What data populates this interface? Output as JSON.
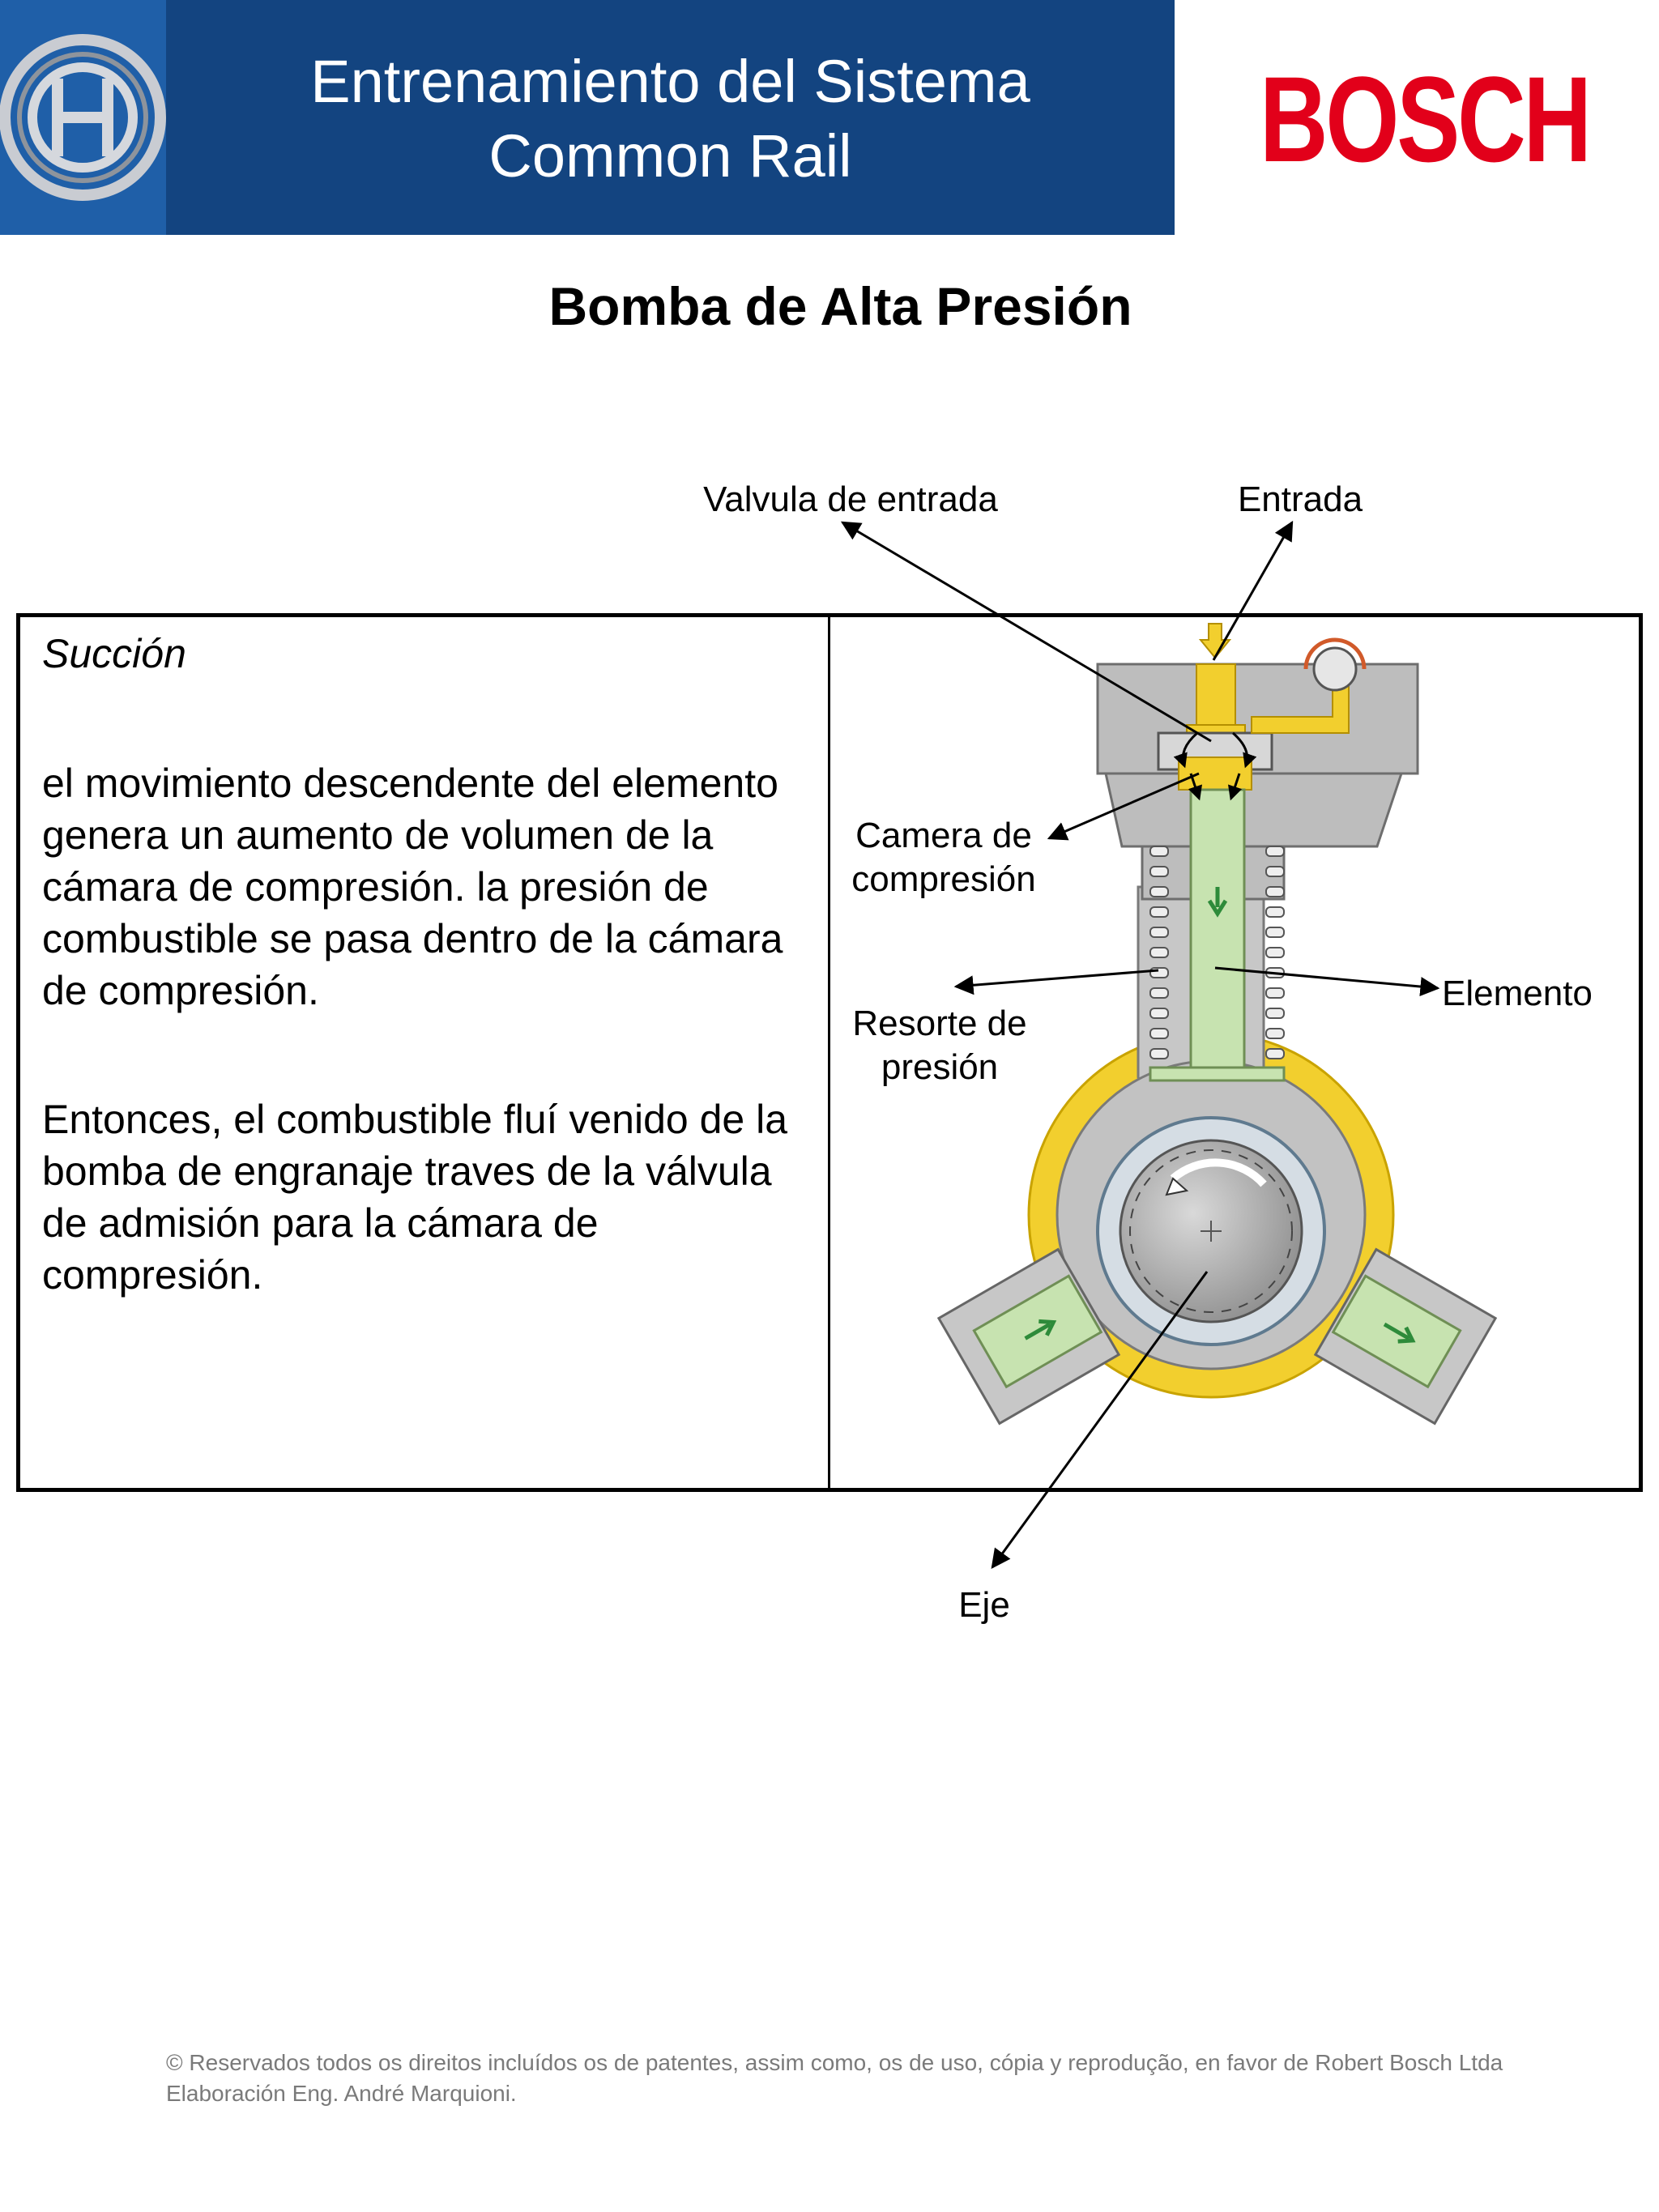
{
  "header": {
    "title_line1": "Entrenamiento del Sistema",
    "title_line2": "Common Rail",
    "brand": "BOSCH",
    "bar_color": "#134480",
    "brand_color": "#e2001a"
  },
  "page_title": "Bomba de Alta Presión",
  "section": {
    "heading": "Succión",
    "paragraph1": "el movimiento descendente del elemento genera un aumento de volumen de la cámara de compresión. la presión de combustible se pasa dentro de la cámara de compresión.",
    "paragraph2": "Entonces, el combustible fluí venido de la bomba de engranaje traves de la válvula de admisión para la cámara de compresión."
  },
  "diagram_labels": {
    "inlet_valve": "Valvula de entrada",
    "inlet": "Entrada",
    "chamber_line1": "Camera de",
    "chamber_line2": "compresión",
    "spring_line1": "Resorte de",
    "spring_line2": "presión",
    "element": "Elemento",
    "shaft": "Eje"
  },
  "footer": "© Reservados todos os direitos incluídos os de patentes, assim como, os de uso, cópia y reprodução, en favor de Robert Bosch Ltda Elaboración Eng. André Marquioni."
}
